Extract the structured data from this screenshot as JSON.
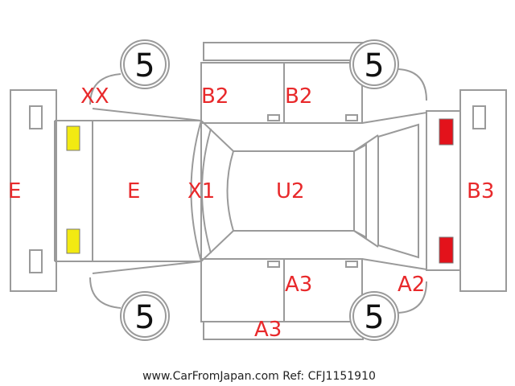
{
  "colors": {
    "outline": "#9a9a9a",
    "damage_code": "#e8292b",
    "headlight": "#f2ea12",
    "taillight": "#e3121b"
  },
  "tires": {
    "front_left": "5",
    "rear_left": "5",
    "front_right": "5",
    "rear_right": "5"
  },
  "codes": {
    "front_bumper": "E",
    "hood": "E",
    "front_left_corner": "XX",
    "windshield": "X1",
    "roof": "U2",
    "left_front_door": "B2",
    "left_rear_door": "B2",
    "right_rear_door": "A3",
    "right_sill": "A3",
    "right_rear_corner": "A2",
    "rear_bumper": "B3"
  },
  "icons": {
    "headlight": "yellow-rectangle",
    "taillight": "red-rectangle"
  },
  "footer": "www.CarFromJapan.com Ref: CFJ1151910"
}
